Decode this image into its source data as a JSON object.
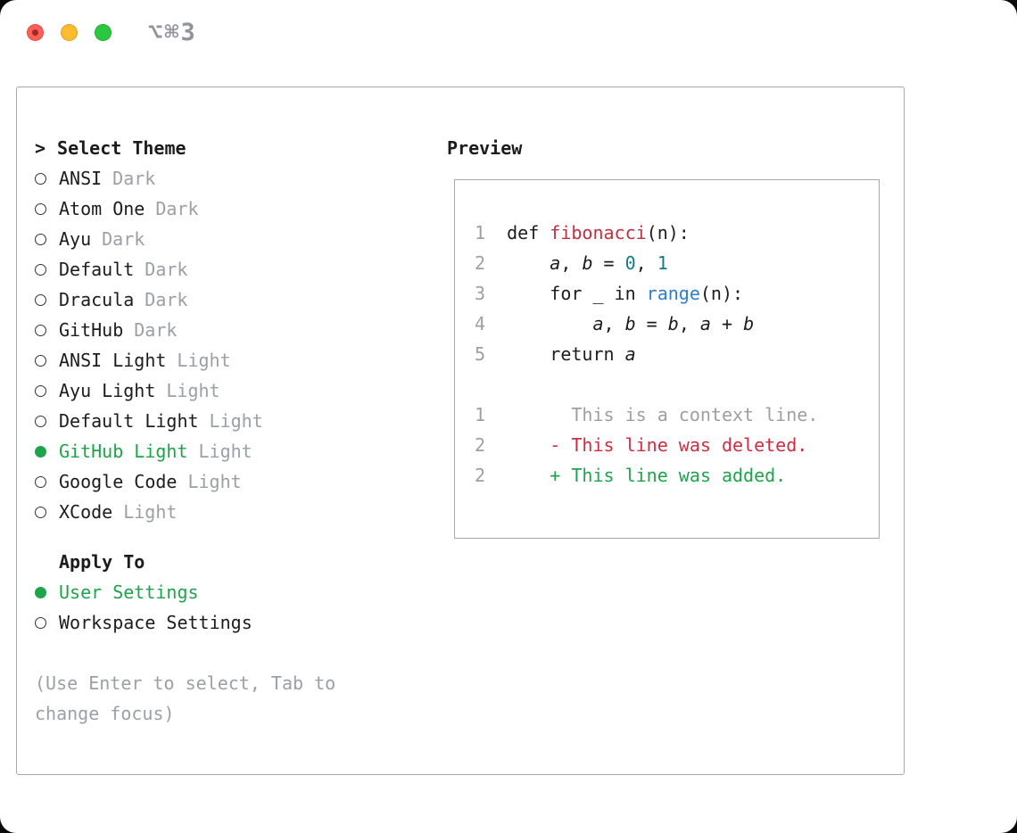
{
  "window": {
    "shortcut": "⌥⌘3"
  },
  "colors": {
    "text": "#1b1c1e",
    "muted-gray": "#9aa0a6",
    "border-gray": "#a2a9b0",
    "accent-green": "#1ea44a",
    "added-green": "#1ea44a",
    "deleted-red": "#d22d3f",
    "func-red": "#c22f3e",
    "number-teal": "#0b7f87",
    "builtin-blue": "#2e7fd0"
  },
  "selector": {
    "prompt": ">",
    "title": "Select Theme",
    "themes": [
      {
        "name": "ANSI",
        "variant": "Dark",
        "selected": false
      },
      {
        "name": "Atom One",
        "variant": "Dark",
        "selected": false
      },
      {
        "name": "Ayu",
        "variant": "Dark",
        "selected": false
      },
      {
        "name": "Default",
        "variant": "Dark",
        "selected": false
      },
      {
        "name": "Dracula",
        "variant": "Dark",
        "selected": false
      },
      {
        "name": "GitHub",
        "variant": "Dark",
        "selected": false
      },
      {
        "name": "ANSI Light",
        "variant": "Light",
        "selected": false
      },
      {
        "name": "Ayu Light",
        "variant": "Light",
        "selected": false
      },
      {
        "name": "Default Light",
        "variant": "Light",
        "selected": false
      },
      {
        "name": "GitHub Light",
        "variant": "Light",
        "selected": true
      },
      {
        "name": "Google Code",
        "variant": "Light",
        "selected": false
      },
      {
        "name": "XCode",
        "variant": "Light",
        "selected": false
      }
    ],
    "apply_to": {
      "title": "Apply To",
      "options": [
        {
          "label": "User Settings",
          "selected": true
        },
        {
          "label": "Workspace Settings",
          "selected": false
        }
      ]
    },
    "hint": "(Use Enter to select, Tab to change focus)"
  },
  "preview": {
    "title": "Preview",
    "code_lines": [
      {
        "num": "1",
        "segments": [
          {
            "t": "def ",
            "c": "plain"
          },
          {
            "t": "fibonacci",
            "c": "func"
          },
          {
            "t": "(n):",
            "c": "plain"
          }
        ]
      },
      {
        "num": "2",
        "segments": [
          {
            "t": "    ",
            "c": "plain"
          },
          {
            "t": "a",
            "c": "var"
          },
          {
            "t": ", ",
            "c": "plain"
          },
          {
            "t": "b",
            "c": "var"
          },
          {
            "t": " = ",
            "c": "plain"
          },
          {
            "t": "0",
            "c": "number"
          },
          {
            "t": ", ",
            "c": "plain"
          },
          {
            "t": "1",
            "c": "number"
          }
        ]
      },
      {
        "num": "3",
        "segments": [
          {
            "t": "    for _ in ",
            "c": "plain"
          },
          {
            "t": "range",
            "c": "builtin"
          },
          {
            "t": "(n):",
            "c": "plain"
          }
        ]
      },
      {
        "num": "4",
        "segments": [
          {
            "t": "        ",
            "c": "plain"
          },
          {
            "t": "a",
            "c": "var"
          },
          {
            "t": ", ",
            "c": "plain"
          },
          {
            "t": "b",
            "c": "var"
          },
          {
            "t": " = ",
            "c": "plain"
          },
          {
            "t": "b",
            "c": "var"
          },
          {
            "t": ", ",
            "c": "plain"
          },
          {
            "t": "a",
            "c": "var"
          },
          {
            "t": " + ",
            "c": "plain"
          },
          {
            "t": "b",
            "c": "var"
          }
        ]
      },
      {
        "num": "5",
        "segments": [
          {
            "t": "    return ",
            "c": "plain"
          },
          {
            "t": "a",
            "c": "var"
          }
        ]
      }
    ],
    "diff_lines": [
      {
        "num": "1",
        "marker": " ",
        "text": "This is a context line.",
        "type": "context"
      },
      {
        "num": "2",
        "marker": "-",
        "text": "This line was deleted.",
        "type": "deleted"
      },
      {
        "num": "2",
        "marker": "+",
        "text": "This line was added.",
        "type": "added"
      }
    ]
  }
}
